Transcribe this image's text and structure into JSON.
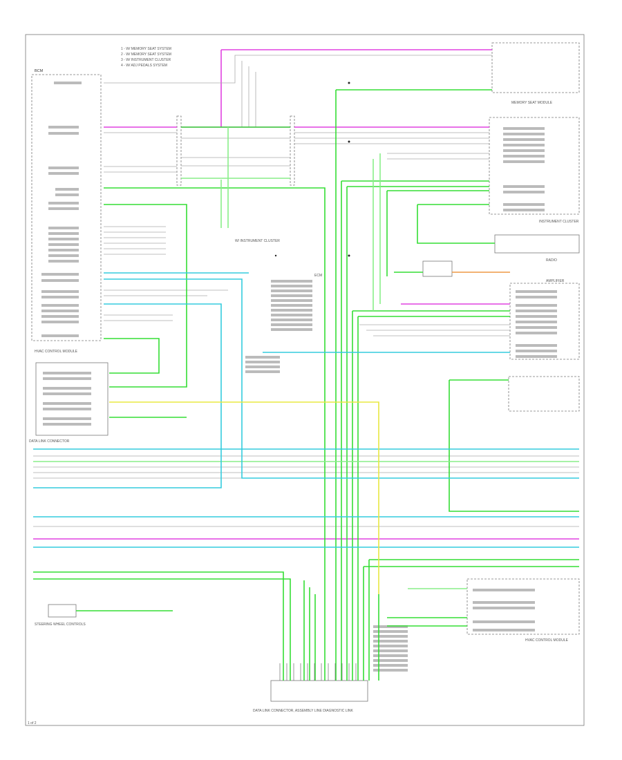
{
  "diagram": {
    "wire_colors": {
      "pink": "#e040e0",
      "green": "#33dd33",
      "light_green": "#88ee88",
      "cyan": "#33ccdd",
      "yellow": "#e8e840",
      "orange": "#ee9944",
      "gray": "#999999"
    },
    "header_notes": [
      "1 - W/ MEMORY SEAT SYSTEM",
      "2 - W/ MEMORY SEAT SYSTEM",
      "3 - W/ INSTRUMENT CLUSTER",
      "4 - W/ ADJ PEDALS SYSTEM"
    ],
    "labels": {
      "left_module": "BCM",
      "instrument_system": "W/ INSTRUMENT CLUSTER",
      "hvac_module": "HVAC CONTROL MODULE",
      "data_link": "DATA LINK CONNECTOR",
      "ecm_label": "ECM",
      "bottom_left_module": "STEERING WHEEL CONTROLS",
      "bottom_right_module": "HVAC CONTROL MODULE",
      "bottom_connector": "DATA LINK CONNECTOR, ASSEMBLY LINE DIAGNOSTIC LINK",
      "right_top_module": "MEMORY SEAT MODULE",
      "right_cluster": "INSTRUMENT CLUSTER",
      "right_radio": "RADIO",
      "right_amplifier": "AMPLIFIER",
      "page_ref": "1 of 2"
    }
  }
}
